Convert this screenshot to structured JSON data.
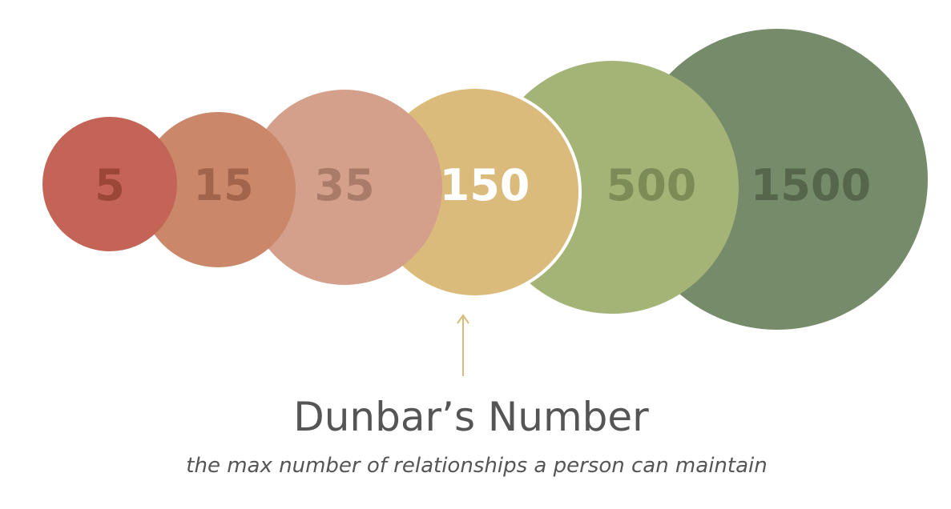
{
  "title": "Dunbar’s Number",
  "subtitle": "the max number of relationships a person can maintain",
  "highlight_index": 3,
  "circles": [
    {
      "label": "5",
      "fill": "#c46456",
      "text_color": "#9c4638"
    },
    {
      "label": "15",
      "fill": "#cb876a",
      "text_color": "#a2644b"
    },
    {
      "label": "35",
      "fill": "#d4a08b",
      "text_color": "#a97b68"
    },
    {
      "label": "150",
      "fill": "#dabb7b",
      "text_color": "#ffffff"
    },
    {
      "label": "500",
      "fill": "#a4b477",
      "text_color": "#7c8c57"
    },
    {
      "label": "1500",
      "fill": "#758b69",
      "text_color": "#55664b"
    }
  ],
  "arrow_color": "#dabb7b"
}
